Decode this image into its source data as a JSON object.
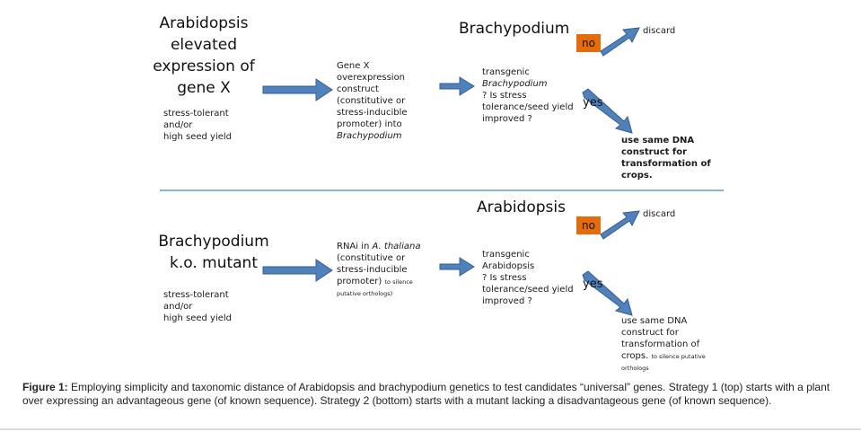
{
  "strategy1": {
    "title_lines": [
      "Arabidopsis",
      "elevated",
      "expression of",
      "gene X"
    ],
    "trait_lines": [
      "stress-tolerant",
      "and/or",
      "high seed yield"
    ],
    "construct_lines": [
      "Gene X",
      "overexpression",
      "construct",
      "(constitutive or",
      "stress-inducible",
      "promoter) into"
    ],
    "construct_species": "Brachypodium",
    "target_header": "Brachypodium",
    "transgenic_label": "transgenic",
    "transgenic_species": "Brachypodium",
    "question_lines": [
      "? Is stress",
      "tolerance/seed yield",
      "improved ?"
    ],
    "no_label": "no",
    "discard_label": "discard",
    "yes_label": "yes",
    "outcome_lines": [
      "use same DNA",
      "construct for",
      "transformation of",
      "crops."
    ]
  },
  "strategy2": {
    "title_lines": [
      "Brachypodium",
      "k.o. mutant"
    ],
    "trait_lines": [
      "stress-tolerant",
      "and/or",
      "high seed yield"
    ],
    "construct_prefix": "RNAi in ",
    "construct_species": "A. thaliana",
    "construct_lines": [
      "(constitutive or",
      "stress-inducible"
    ],
    "construct_promoter": "promoter)",
    "construct_note_1": "to silence",
    "construct_note_2": "putative orthologs)",
    "target_header": "Arabidopsis",
    "transgenic_label": "transgenic",
    "transgenic_species": "Arabidopsis",
    "question_lines": [
      "? Is stress",
      "tolerance/seed yield",
      "improved ?"
    ],
    "no_label": "no",
    "discard_label": "discard",
    "yes_label": "yes",
    "outcome_lines": [
      "use same DNA",
      "construct for",
      "transformation of"
    ],
    "outcome_last": "crops.",
    "outcome_note": "to silence putative",
    "outcome_note_2": "orthologs"
  },
  "caption": {
    "label": "Figure 1:",
    "text": " Employing simplicity and taxonomic distance of Arabidopsis and brachypodium genetics to test candidates “universal” genes. Strategy 1 (top) starts with a plant over expressing an advantageous gene (of known sequence). Strategy 2 (bottom) starts with a mutant lacking a disadvantageous gene (of known sequence)."
  },
  "colors": {
    "arrow_fill": "#4f81bd",
    "arrow_stroke": "#385d8a",
    "no_box": "#e46c0a",
    "divider": "#4f81bd"
  }
}
